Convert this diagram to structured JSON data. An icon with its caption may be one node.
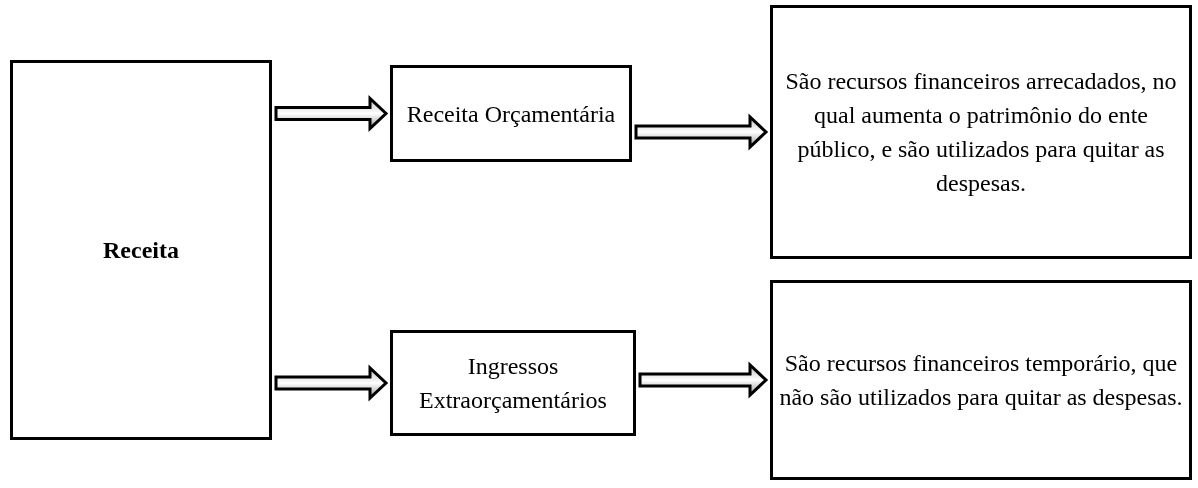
{
  "diagram": {
    "nodes": [
      {
        "text": [
          "Receita"
        ]
      },
      {
        "text": [
          "Receita Orçamentária"
        ]
      },
      {
        "text": [
          "São recursos financeiros arrecadados, no qual aumenta o patrimônio do ente público, e são utilizados para quitar as despesas."
        ]
      },
      {
        "text": [
          "Ingressos Extraorçamentários"
        ]
      },
      {
        "text": [
          "São recursos financeiros temporário, que não são utilizados para quitar as despesas."
        ]
      }
    ],
    "edges": [
      {
        "from": 0,
        "to": 1,
        "arrow": "to"
      },
      {
        "from": 1,
        "to": 2,
        "arrow": "to"
      },
      {
        "from": 0,
        "to": 3,
        "arrow": "to"
      },
      {
        "from": 3,
        "to": 4,
        "arrow": "to"
      }
    ]
  }
}
